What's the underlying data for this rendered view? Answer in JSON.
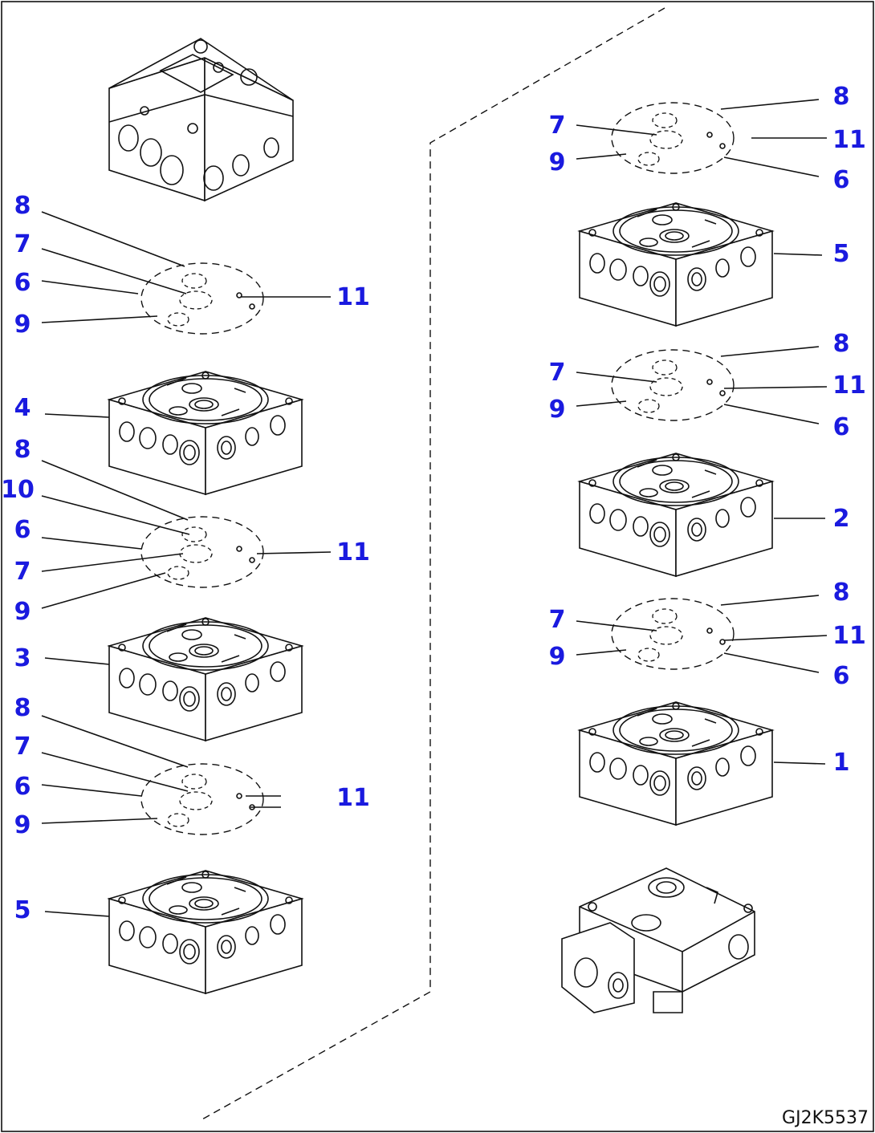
{
  "drawing_code": "GJ2K5537",
  "colors": {
    "callout": "#1a1adf",
    "line": "#111111",
    "background": "#ffffff"
  },
  "callouts": {
    "left": {
      "g1": [
        "8",
        "7",
        "6",
        "9",
        "11"
      ],
      "body_4": "4",
      "g2": [
        "8",
        "10",
        "6",
        "7",
        "9",
        "11"
      ],
      "body_3": "3",
      "g3": [
        "8",
        "7",
        "6",
        "9",
        "11"
      ],
      "body_5": "5"
    },
    "right": {
      "g1": [
        "8",
        "7",
        "11",
        "9",
        "6"
      ],
      "body_5": "5",
      "g2": [
        "8",
        "7",
        "11",
        "9",
        "6"
      ],
      "body_2": "2",
      "g3": [
        "8",
        "7",
        "11",
        "9",
        "6"
      ],
      "body_1": "1"
    }
  }
}
